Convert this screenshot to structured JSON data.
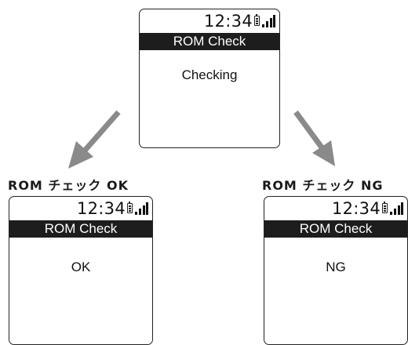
{
  "screens": {
    "main": {
      "time": "12:34",
      "title": "ROM Check",
      "message": "Checking"
    },
    "ok": {
      "caption": "ROM チェック OK",
      "time": "12:34",
      "title": "ROM Check",
      "message": "OK"
    },
    "ng": {
      "caption": "ROM チェック NG",
      "time": "12:34",
      "title": "ROM Check",
      "message": "NG"
    }
  },
  "colors": {
    "titlebar": "#1d1d1d",
    "arrow": "#8a8a8a",
    "border": "#222222"
  },
  "icons": [
    "battery-icon",
    "signal-strength-icon",
    "arrow-down-left",
    "arrow-down-right"
  ]
}
